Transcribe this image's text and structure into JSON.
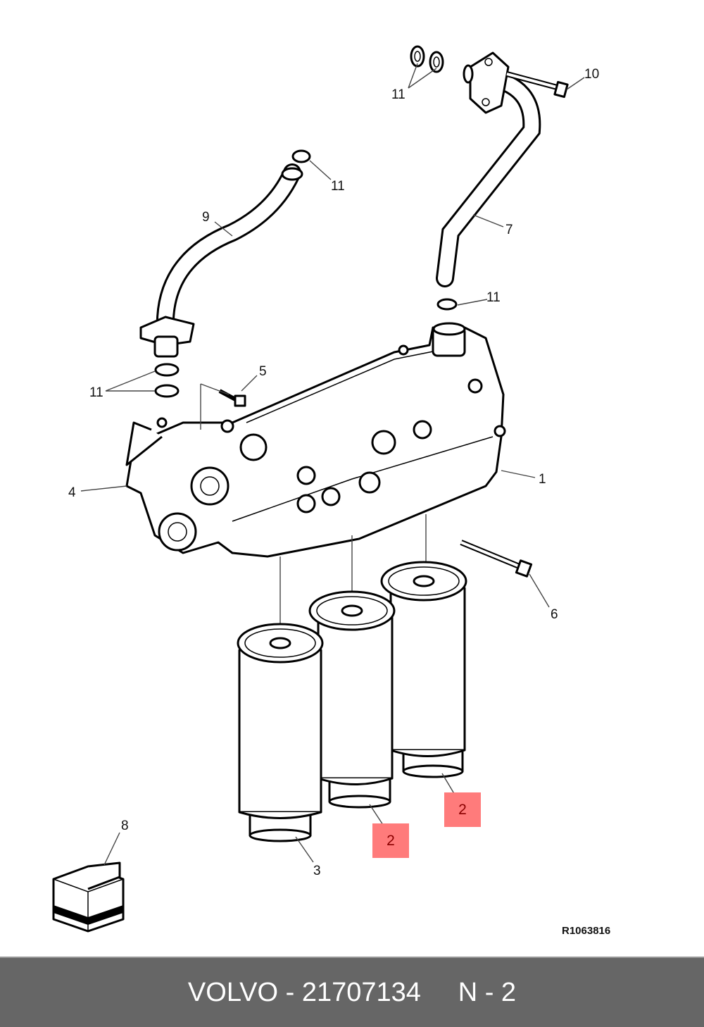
{
  "diagram": {
    "reference_code": "R1063816",
    "callouts": {
      "c10": "10",
      "c11a": "11",
      "c11b": "11",
      "c9": "9",
      "c7": "7",
      "c11c": "11",
      "c5": "5",
      "c11d": "11",
      "c1": "1",
      "c4": "4",
      "c6": "6",
      "c8": "8",
      "c3": "3"
    },
    "highlighted_callouts": [
      "2",
      "2"
    ],
    "highlight_color": "#ff7b7b"
  },
  "footer": {
    "brand": "VOLVO",
    "part_number": "21707134",
    "position_label": "N - 2",
    "background": "#666666"
  }
}
